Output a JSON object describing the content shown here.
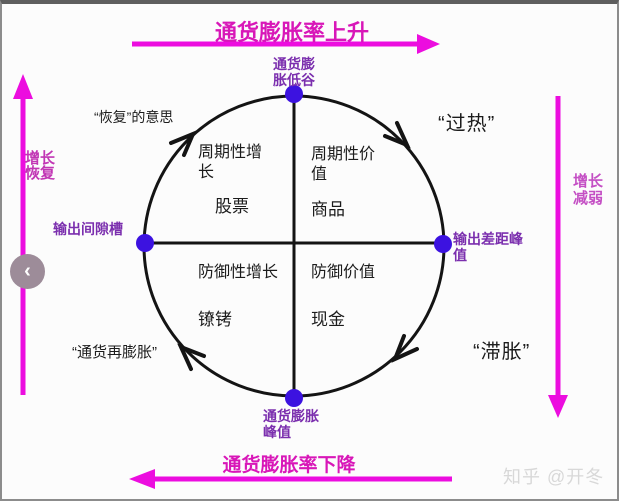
{
  "colors": {
    "arrow_magenta": "#ec0ddf",
    "title_magenta": "#d817b8",
    "axis_label_purple": "#7b2fae",
    "node_dot_blue": "#3c12e0",
    "diagram_black": "#141414",
    "watermark_grey": "#d8d8d8",
    "back_button_grey": "#9d8c99"
  },
  "axes": {
    "top_title": "通货膨胀率上升",
    "bottom_title": "通货膨胀率下降",
    "left_label": "增长\n恢复",
    "right_label": "增长\n减弱"
  },
  "clock": {
    "top_point": "通货膨\n胀低谷",
    "bottom_point": "通货膨胀\n峰值",
    "left_point": "输出间隙槽",
    "right_point": "输出差距峰\n值"
  },
  "quadrants": {
    "top_left": {
      "style": "周期性增\n长",
      "asset": "股票"
    },
    "top_right": {
      "style": "周期性价\n值",
      "asset": "商品"
    },
    "bottom_left": {
      "style": "防御性增长",
      "asset": "镣铐"
    },
    "bottom_right": {
      "style": "防御价值",
      "asset": "现金"
    }
  },
  "phases": {
    "recovery": "“恢复”的意思",
    "overheat": "“过热”",
    "reflation": "“通货再膨胀”",
    "stagflation": "“滞胀”"
  },
  "back_button": {
    "icon": "‹"
  },
  "watermark": "知乎 @开冬"
}
